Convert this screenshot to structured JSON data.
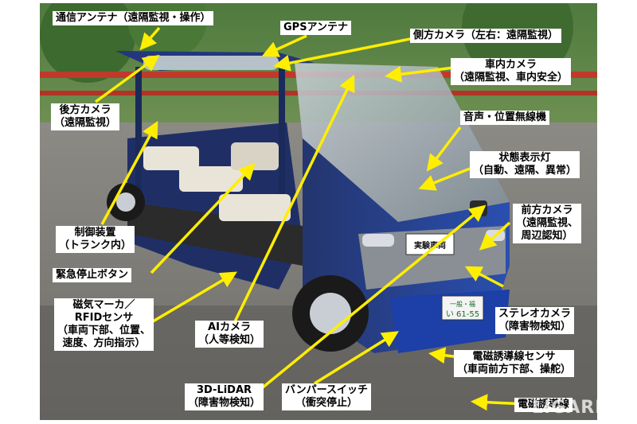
{
  "labels": {
    "comm_antenna": "通信アンテナ（遠隔監視・操作）",
    "gps_antenna": "GPSアンテナ",
    "side_camera": "側方カメラ（左右：遠隔監視）",
    "cabin_camera": {
      "line1": "車内カメラ",
      "line2": "（遠隔監視、車内安全）"
    },
    "rear_camera": {
      "line1": "後方カメラ",
      "line2": "（遠隔監視）"
    },
    "voice_radio": "音声・位置無線機",
    "status_lamp": {
      "line1": "状態表示灯",
      "line2": "（自動、遠隔、異常）"
    },
    "controller": {
      "line1": "制御装置",
      "line2": "（トランク内）"
    },
    "front_camera": {
      "line1": "前方カメラ",
      "line2": "（遠隔監視、",
      "line3": "周辺認知）"
    },
    "emergency_button": "緊急停止ボタン",
    "magnetic_marker": {
      "line1": "磁気マーカ／",
      "line2": "RFIDセンサ",
      "line3": "（車両下部、位置、",
      "line4": "速度、方向指示）"
    },
    "ai_camera": {
      "line1": "AIカメラ",
      "line2": "（人等検知）"
    },
    "stereo_camera": {
      "line1": "ステレオカメラ",
      "line2": "（障害物検知）"
    },
    "em_guide_sensor": {
      "line1": "電磁誘導線センサ",
      "line2": "（車両前方下部、操舵）"
    },
    "lidar": {
      "line1": "3D-LiDAR",
      "line2": "（障害物検知）"
    },
    "bumper_switch": {
      "line1": "バンパースイッチ",
      "line2": "（衝突停止）"
    },
    "em_guide_wire": "電磁誘導線"
  },
  "vehicle": {
    "plate_line1": "一般・福",
    "plate_line2": "い 61-55",
    "sign_text": "実験車両"
  },
  "watermark": "LIGARE",
  "colors": {
    "arrow": "#ffee00",
    "body_blue": "#1f3f9a",
    "roof_blue": "#2a3f8f",
    "bumper_blue": "#1c3fa8",
    "seat": "#e9e4d8"
  }
}
